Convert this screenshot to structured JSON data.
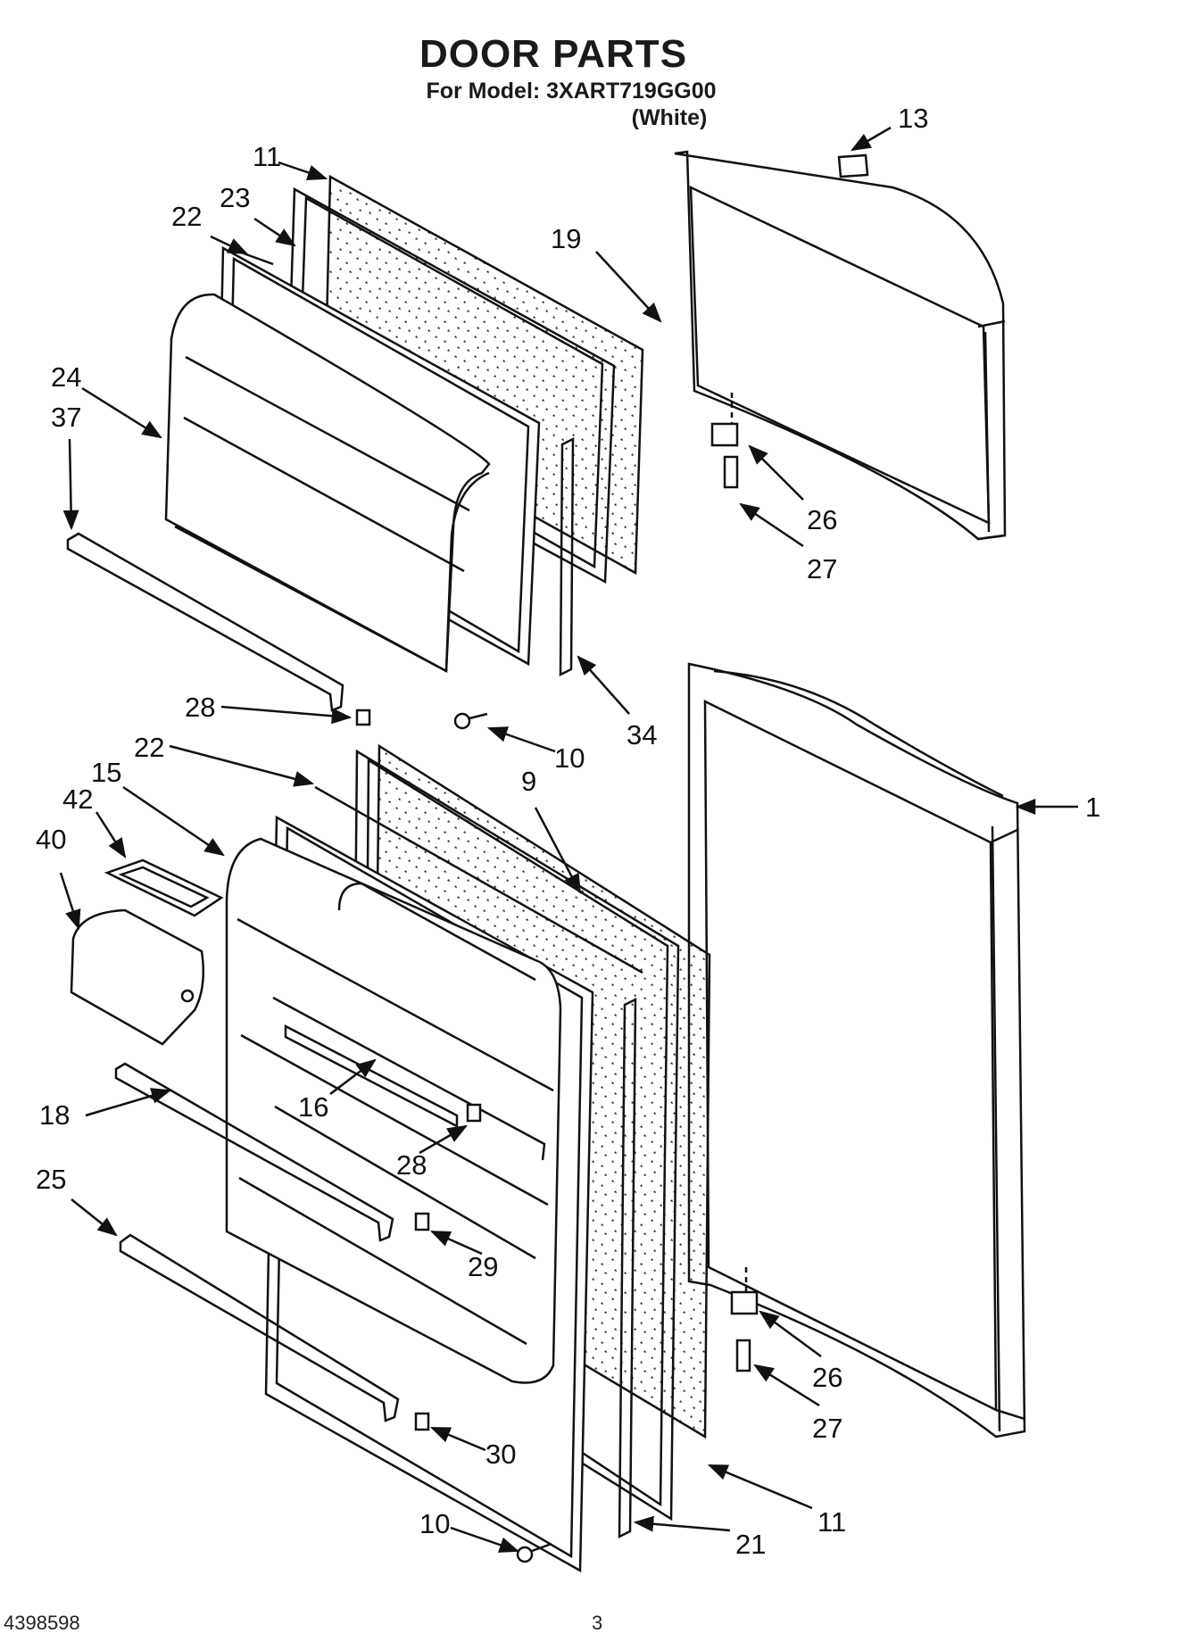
{
  "header": {
    "title": "DOOR PARTS",
    "model_line": "For Model: 3XART719GG00",
    "variant": "(White)"
  },
  "callouts": {
    "c13": "13",
    "c11_top": "11",
    "c23": "23",
    "c22_top": "22",
    "c19": "19",
    "c24": "24",
    "c37": "37",
    "c26_top": "26",
    "c27_top": "27",
    "c28_top": "28",
    "c10_top": "10",
    "c34": "34",
    "c22_mid": "22",
    "c15": "15",
    "c9": "9",
    "c1": "1",
    "c42": "42",
    "c40": "40",
    "c16": "16",
    "c28_mid": "28",
    "c18": "18",
    "c25": "25",
    "c29": "29",
    "c26_bot": "26",
    "c27_bot": "27",
    "c30": "30",
    "c11_bot": "11",
    "c10_bot": "10",
    "c21": "21"
  },
  "footer": {
    "doc_number": "4398598",
    "page_number": "3"
  }
}
